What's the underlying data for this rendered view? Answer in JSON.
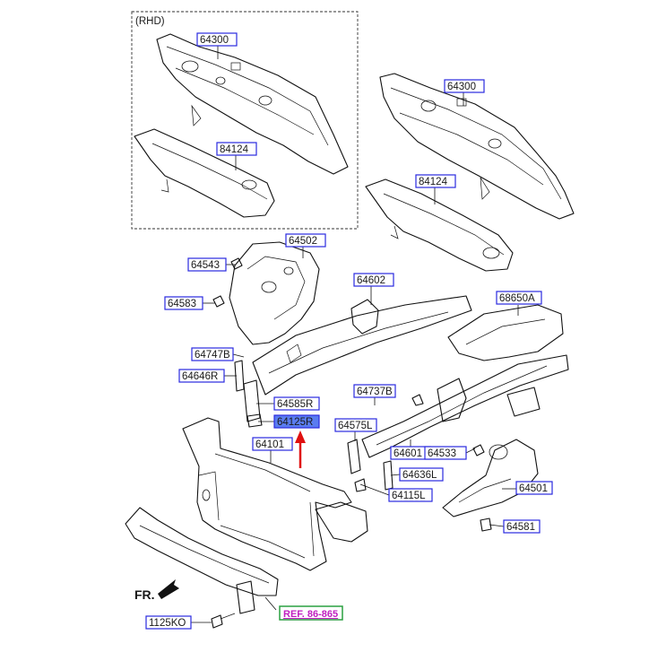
{
  "region_label": "(RHD)",
  "direction_label": "FR.",
  "reference_label": "REF. 86-865",
  "parts": [
    {
      "code": "64300",
      "highlighted": false
    },
    {
      "code": "84124",
      "highlighted": false
    },
    {
      "code": "64300",
      "highlighted": false
    },
    {
      "code": "84124",
      "highlighted": false
    },
    {
      "code": "64502",
      "highlighted": false
    },
    {
      "code": "64543",
      "highlighted": false
    },
    {
      "code": "64583",
      "highlighted": false
    },
    {
      "code": "64602",
      "highlighted": false
    },
    {
      "code": "68650A",
      "highlighted": false
    },
    {
      "code": "64747B",
      "highlighted": false
    },
    {
      "code": "64646R",
      "highlighted": false
    },
    {
      "code": "64737B",
      "highlighted": false
    },
    {
      "code": "64585R",
      "highlighted": false
    },
    {
      "code": "64125R",
      "highlighted": true
    },
    {
      "code": "64575L",
      "highlighted": false
    },
    {
      "code": "64101",
      "highlighted": false
    },
    {
      "code": "64601",
      "highlighted": false
    },
    {
      "code": "64533",
      "highlighted": false
    },
    {
      "code": "64636L",
      "highlighted": false
    },
    {
      "code": "64501",
      "highlighted": false
    },
    {
      "code": "64115L",
      "highlighted": false
    },
    {
      "code": "64581",
      "highlighted": false
    },
    {
      "code": "1125KO",
      "highlighted": false
    }
  ],
  "colors": {
    "part_box_border": "#2a2ae0",
    "highlight_fill": "#5a7cf0",
    "highlight_arrow": "#e01010",
    "reference_text": "#c020c0",
    "reference_border": "#2aa040"
  }
}
